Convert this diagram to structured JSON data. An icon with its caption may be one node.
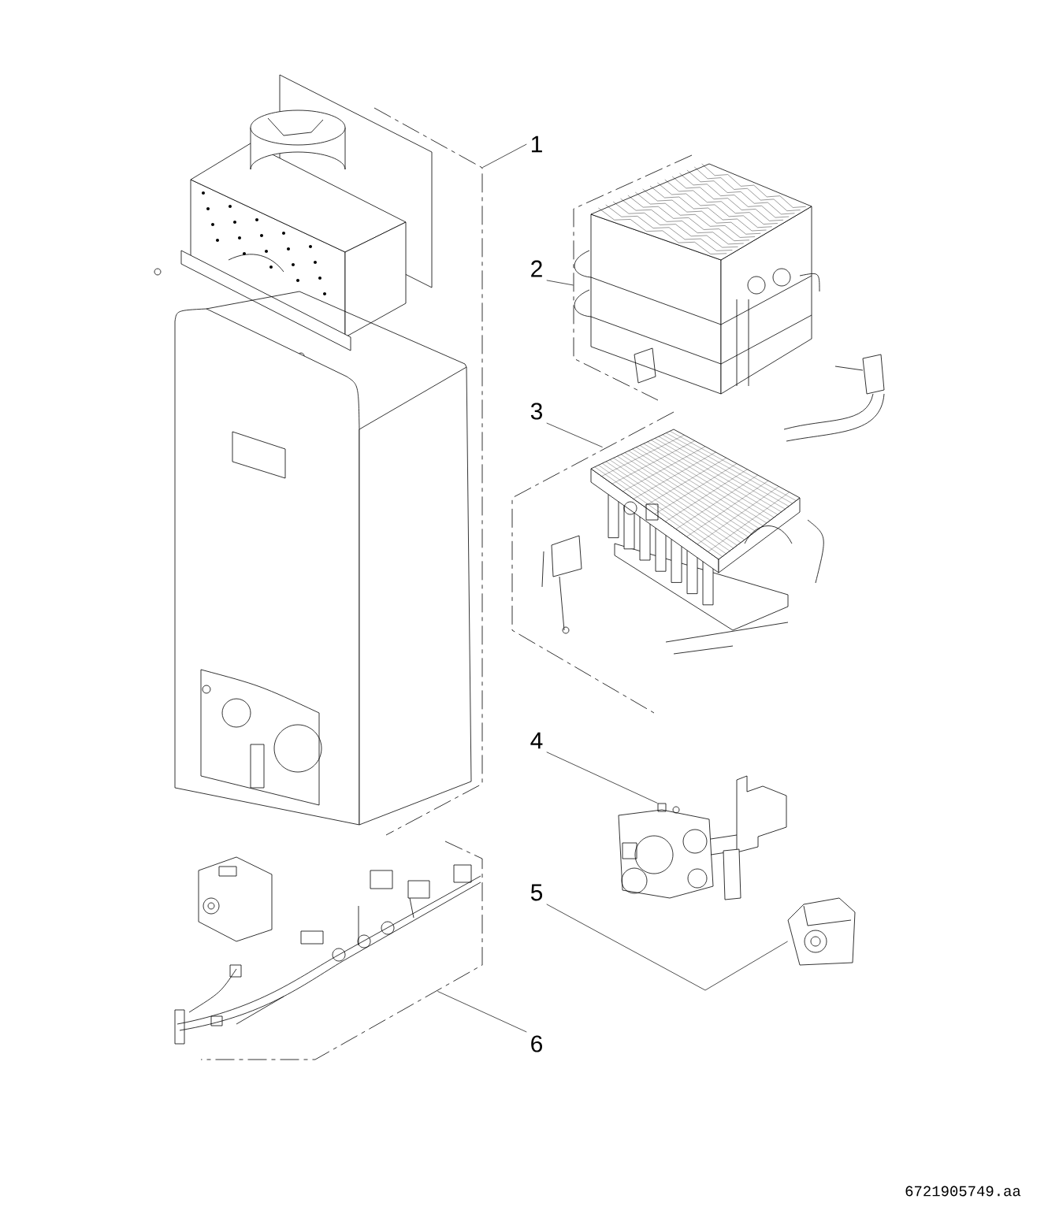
{
  "diagram": {
    "nodes": [
      {
        "text": [
          "1"
        ]
      },
      {
        "text": [
          "2"
        ]
      },
      {
        "text": [
          "3"
        ]
      },
      {
        "text": [
          "4"
        ]
      },
      {
        "text": [
          "5"
        ]
      },
      {
        "text": [
          "6"
        ]
      },
      {
        "text": [],
        "shape": "picture"
      },
      {
        "text": [],
        "shape": "picture"
      },
      {
        "text": [],
        "shape": "picture"
      },
      {
        "text": [],
        "shape": "picture"
      },
      {
        "text": [],
        "shape": "picture"
      },
      {
        "text": [],
        "shape": "picture"
      }
    ],
    "edges": [
      {
        "from": 0,
        "to": 6,
        "arrow": "none"
      },
      {
        "from": 1,
        "to": 7,
        "arrow": "none"
      },
      {
        "from": 2,
        "to": 8,
        "arrow": "none"
      },
      {
        "from": 3,
        "to": 9,
        "arrow": "none"
      },
      {
        "from": 4,
        "to": 10,
        "arrow": "none"
      },
      {
        "from": 5,
        "to": 11,
        "arrow": "none"
      }
    ],
    "labels": [
      "6721905749.aa"
    ]
  }
}
